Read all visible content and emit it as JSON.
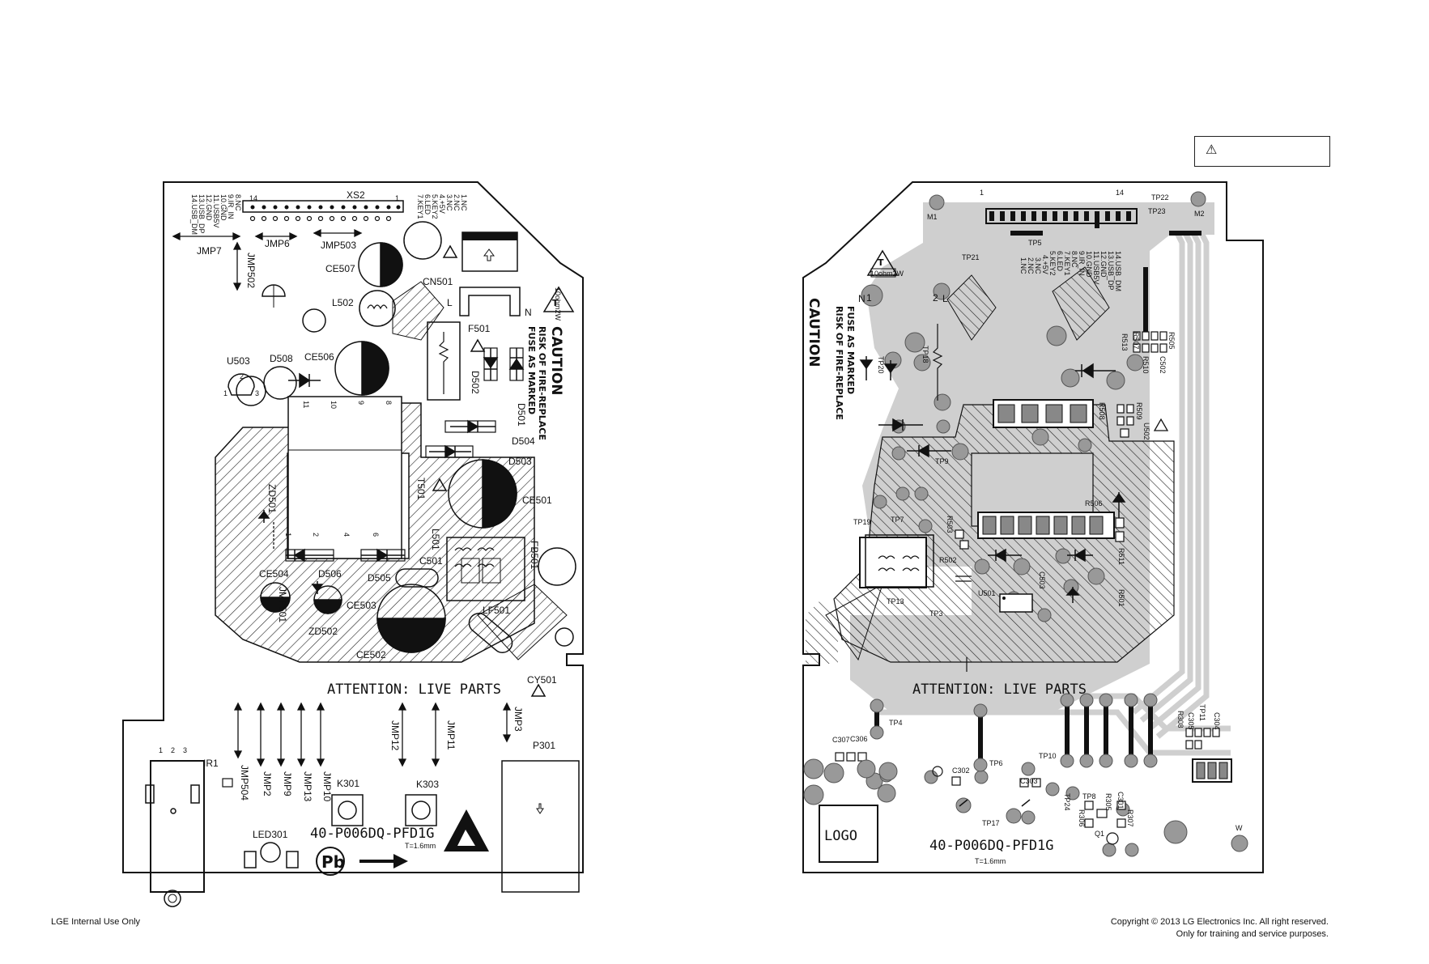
{
  "footer": {
    "left": "LGE Internal Use Only",
    "right_line1": "Copyright © 2013 LG Electronics Inc. All right reserved.",
    "right_line2": "Only for training and service purposes."
  },
  "warning_box": {
    "icon": "warning-triangle-icon"
  },
  "top_view": {
    "connector": "XS2",
    "pin_list_a": [
      "1.NC",
      "2.NC",
      "3.NC",
      "4.+5V",
      "5.KEY2",
      "6.LED",
      "7.KEY1"
    ],
    "pin_list_b": [
      "8.NC",
      "9.IR_IN",
      "10.GND",
      "11.USB5V",
      "12.GND",
      "13.USB_DP",
      "14.USB_DM"
    ],
    "jumpers": [
      "JMP7",
      "JMP6",
      "JMP503",
      "JMP502",
      "JMP501",
      "JMP504",
      "JMP2",
      "JMP9",
      "JMP13",
      "JMP10",
      "JMP12",
      "JMP11",
      "JMP3"
    ],
    "components": [
      "CE507",
      "L502",
      "CN501",
      "F501",
      "U503",
      "D508",
      "CE506",
      "D502",
      "D501",
      "D504",
      "D503",
      "T501",
      "CE501",
      "ZD501",
      "L501",
      "FB501",
      "C501",
      "CE504",
      "D506",
      "D505",
      "CE503",
      "ZD502",
      "LF501",
      "CE502",
      "CY501",
      "P301",
      "IR1",
      "K301",
      "K303",
      "LED301"
    ],
    "transformer_pins": [
      "11",
      "10",
      "9",
      "8",
      "1",
      "2",
      "4",
      "6"
    ],
    "caution": "CAUTION",
    "caution_line1": "RISK OF FIRE-REPLACE",
    "caution_line2": "FUSE AS MARKED",
    "fuse_rating": "10ohm2W",
    "fuse_letter": "T",
    "live_parts": "ATTENTION: LIVE PARTS",
    "part_number": "40-P006DQ-PFD1G",
    "thickness": "T=1.6mm",
    "pb_mark": "Pb",
    "ir_pins": [
      "1",
      "2",
      "3"
    ],
    "pin_u503": [
      "1",
      "2",
      "3"
    ],
    "xs2_pin_first": "14",
    "xs2_pin_last": "1",
    "n_label": "N",
    "l_label": "L"
  },
  "bottom_view": {
    "pin_list_a": [
      "1.NC",
      "2.NC",
      "3.NC",
      "4.+5V",
      "5.KEY2",
      "6.LED",
      "7.KEY1"
    ],
    "pin_list_b": [
      "8.NC",
      "9.IR_IN",
      "10.GND",
      "11.USB5V",
      "12.GND",
      "13.USB_DP",
      "14.USB_DM"
    ],
    "test_points": [
      "TP22",
      "TP23",
      "TP21",
      "TP5",
      "TP18",
      "TP20",
      "TP9",
      "TP19",
      "TP7",
      "TP13",
      "TP3",
      "TP4",
      "TP6",
      "TP10",
      "TP17",
      "TP24",
      "TP8",
      "TP11"
    ],
    "components": [
      "M1",
      "M2",
      "R505",
      "R507",
      "R513",
      "R510",
      "C502",
      "R508",
      "R509",
      "U502",
      "R506",
      "R503",
      "R502",
      "R511",
      "C503",
      "U501",
      "R501",
      "C307",
      "C306",
      "C302",
      "C303",
      "R305",
      "C301",
      "R307",
      "R306",
      "Q1",
      "R308",
      "C305",
      "C304"
    ],
    "caution": "CAUTION",
    "caution_line1": "RISK OF FIRE-REPLACE",
    "caution_line2": "FUSE AS MARKED",
    "fuse_rating": "10ohm2W",
    "fuse_letter": "T",
    "live_parts": "ATTENTION: LIVE PARTS",
    "part_number": "40-P006DQ-PFD1G",
    "thickness": "T=1.6mm",
    "logo": "LOGO",
    "pin_first": "1",
    "pin_last": "14",
    "n_label": "N",
    "l_label": "L",
    "num_1": "1",
    "num_2": "2",
    "w_label": "W"
  }
}
